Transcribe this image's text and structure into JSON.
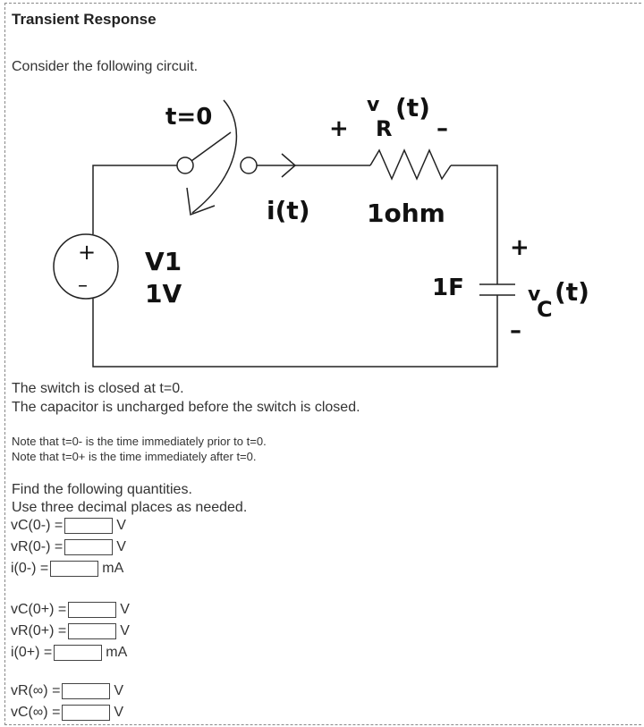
{
  "title": "Transient Response",
  "intro": "Consider the following circuit.",
  "circuit": {
    "switch_label": "t=0",
    "vr_label": "v",
    "vr_sub": "R",
    "vr_arg": "(t)",
    "plus_r": "+",
    "minus_r": "–",
    "current_label": "i(t)",
    "resistor_label": "1ohm",
    "source_name": "V1",
    "source_value": "1V",
    "cap_label": "1F",
    "vc_label": "v",
    "vc_sub": "C",
    "vc_arg": "(t)",
    "plus_c": "+",
    "minus_c": "–",
    "src_plus": "+",
    "src_minus": "–"
  },
  "statements": [
    "The switch is closed at t=0.",
    "The capacitor is uncharged before the switch is closed."
  ],
  "notes": [
    "Note that t=0- is the time immediately prior to t=0.",
    "Note that t=0+ is the time immediately after t=0."
  ],
  "prompt": [
    "Find the following quantities.",
    "Use three decimal places as needed."
  ],
  "fields": [
    {
      "label": "vC(0-) =",
      "unit": "V",
      "value": ""
    },
    {
      "label": "vR(0-) =",
      "unit": "V",
      "value": ""
    },
    {
      "label": "i(0-) =",
      "unit": "mA",
      "value": ""
    },
    {
      "label": "vC(0+) =",
      "unit": "V",
      "value": ""
    },
    {
      "label": "vR(0+) =",
      "unit": "V",
      "value": ""
    },
    {
      "label": "i(0+) =",
      "unit": "mA",
      "value": ""
    },
    {
      "label": "vR(∞) =",
      "unit": "V",
      "value": ""
    },
    {
      "label": "vC(∞) =",
      "unit": "V",
      "value": ""
    }
  ]
}
